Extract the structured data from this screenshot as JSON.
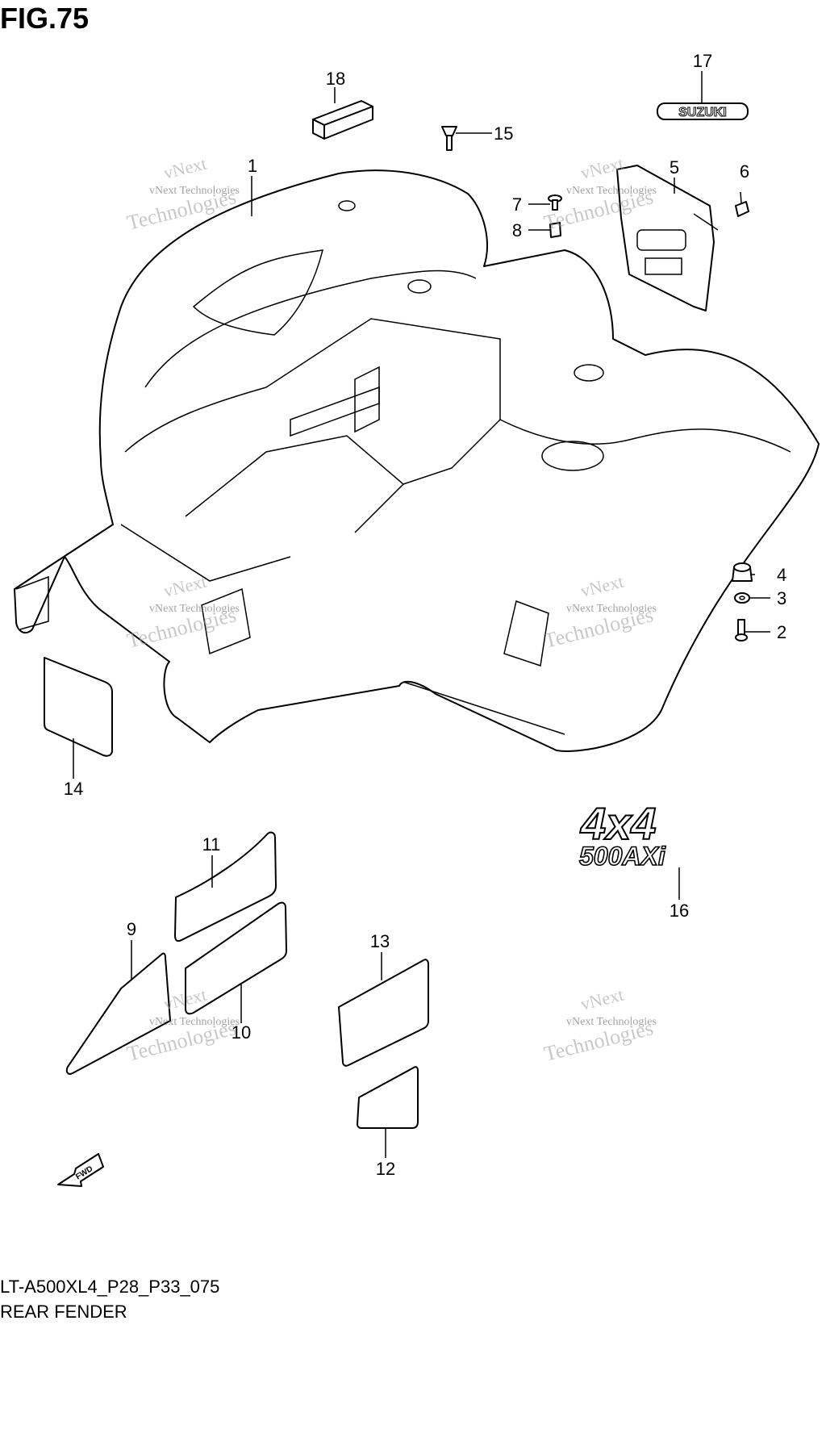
{
  "figure_title": "FIG.75",
  "model_code": "LT-A500XL4_P28_P33_075",
  "section_name": "REAR FENDER",
  "callouts": [
    "1",
    "2",
    "3",
    "4",
    "5",
    "6",
    "7",
    "8",
    "9",
    "10",
    "11",
    "12",
    "13",
    "14",
    "15",
    "16",
    "17",
    "18"
  ],
  "emblems": {
    "brand": "SUZUKI",
    "model_top": "4x4",
    "model_bottom": "500AXi"
  },
  "fwd_label": "FWD",
  "watermark": {
    "line1": "vNext Technologies",
    "line2": "vNext",
    "line3": "Technologies"
  }
}
